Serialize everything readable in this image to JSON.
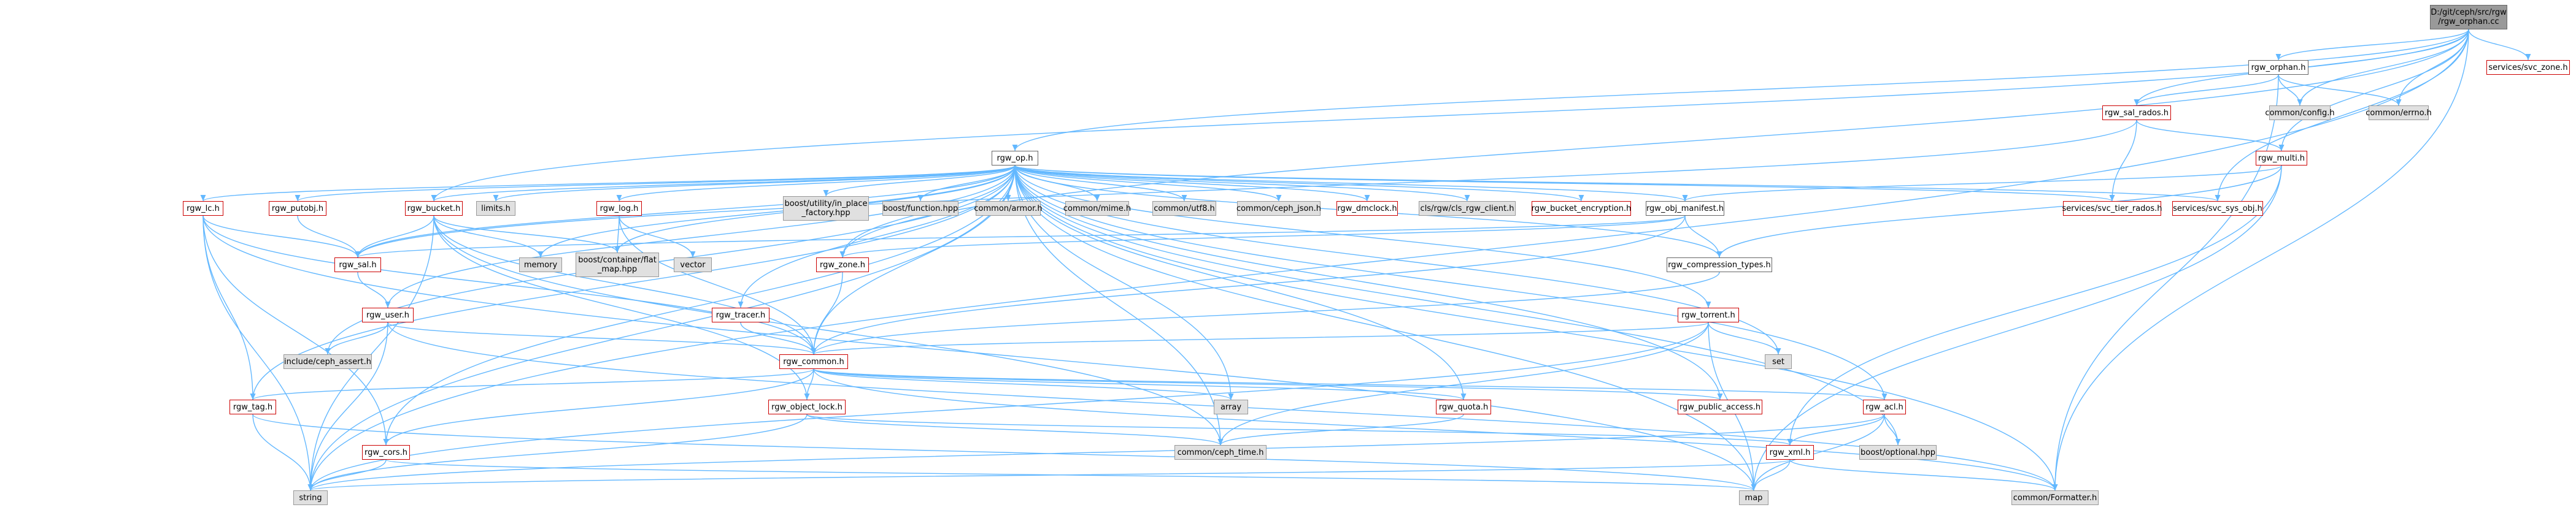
{
  "graph": {
    "colors": {
      "edge": "#63b8ff",
      "red_border": "#cc0000",
      "gray_fill": "#e0e0e0",
      "root_fill": "#999999"
    },
    "nodes": {
      "root": "D:/git/ceph/src/rgw\n/rgw_orphan.cc",
      "svc_zone": "services/svc_zone.h",
      "rgw_orphan_h": "rgw_orphan.h",
      "common_config": "common/config.h",
      "common_errno": "common/errno.h",
      "rgw_sal_rados": "rgw_sal_rados.h",
      "rgw_op": "rgw_op.h",
      "rgw_multi": "rgw_multi.h",
      "rgw_lc": "rgw_lc.h",
      "rgw_putobj": "rgw_putobj.h",
      "rgw_bucket": "rgw_bucket.h",
      "limits": "limits.h",
      "rgw_log": "rgw_log.h",
      "boost_utility": "boost/utility/in_place\n_factory.hpp",
      "boost_function": "boost/function.hpp",
      "common_armor": "common/armor.h",
      "common_mime": "common/mime.h",
      "common_utf8": "common/utf8.h",
      "common_ceph_json": "common/ceph_json.h",
      "rgw_dmclock": "rgw_dmclock.h",
      "cls_rgw": "cls/rgw/cls_rgw_client.h",
      "rgw_bucket_encryption": "rgw_bucket_encryption.h",
      "svc_tier_rados": "services/svc_tier_rados.h",
      "svc_sys_obj": "services/svc_sys_obj.h",
      "rgw_obj_manifest": "rgw_obj_manifest.h",
      "rgw_sal": "rgw_sal.h",
      "memory": "memory",
      "boost_flat_map": "boost/container/flat\n_map.hpp",
      "vector": "vector",
      "rgw_zone": "rgw_zone.h",
      "rgw_compression_types": "rgw_compression_types.h",
      "rgw_user": "rgw_user.h",
      "rgw_tracer": "rgw_tracer.h",
      "rgw_torrent": "rgw_torrent.h",
      "include_ceph_assert": "include/ceph_assert.h",
      "set": "set",
      "rgw_common": "rgw_common.h",
      "rgw_tag": "rgw_tag.h",
      "rgw_object_lock": "rgw_object_lock.h",
      "array": "array",
      "rgw_quota": "rgw_quota.h",
      "rgw_public_access": "rgw_public_access.h",
      "rgw_acl": "rgw_acl.h",
      "rgw_cors": "rgw_cors.h",
      "common_ceph_time": "common/ceph_time.h",
      "rgw_xml": "rgw_xml.h",
      "boost_optional": "boost/optional.hpp",
      "string": "string",
      "map": "map",
      "common_formatter": "common/Formatter.h"
    }
  }
}
